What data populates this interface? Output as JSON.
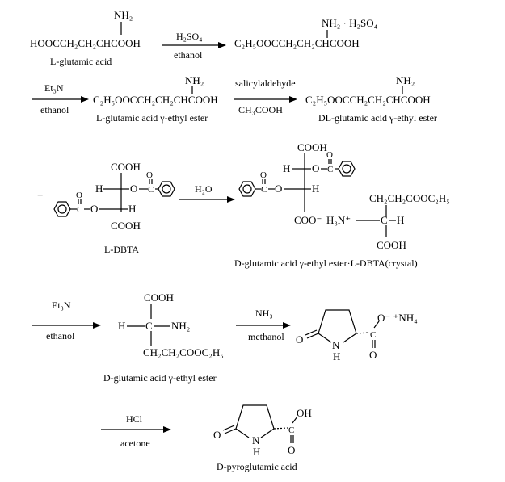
{
  "s1": {
    "nh2": "NH₂",
    "formula": "HOOCCH₂CH₂CHCOOH",
    "name": "L-glutamic acid",
    "reagent_top": "H₂SO₄",
    "reagent_bottom": "ethanol",
    "product_sub": "NH₂ · H₂SO₄",
    "product": "C₂H₅OOCCH₂CH₂CHCOOH"
  },
  "s2": {
    "reagent_top": "Et₃N",
    "reagent_bottom": "ethanol",
    "nh2": "NH₂",
    "formula": "C₂H₅OOCCH₂CH₂CHCOOH",
    "name": "L-glutamic acid γ-ethyl ester",
    "reagent2_top": "salicylaldehyde",
    "reagent2_bottom": "CH₃COOH",
    "nh2b": "NH₂",
    "formula2": "C₂H₅OOCCH₂CH₂CHCOOH",
    "name2": "DL-glutamic acid γ-ethyl ester"
  },
  "s3": {
    "plus": "+",
    "cooh_top": "COOH",
    "h": "H",
    "o": "O",
    "h2": "H",
    "cooh_bottom": "COOH",
    "name": "L-DBTA",
    "reagent": "H₂O",
    "salt_cooh": "COOH",
    "salt_h": "H",
    "salt_o": "O",
    "salt_h2": "H",
    "salt_coo": "COO⁻",
    "amine_h3n": "H₃N⁺",
    "amine_chain": "CH₂CH₂COOC₂H₅",
    "amine_c": "C",
    "amine_h": "H",
    "amine_cooh": "COOH",
    "salt_name": "D-glutamic acid γ-ethyl ester·L-DBTA(crystal)",
    "carbonyl_o": "O",
    "carbonyl_c": "C"
  },
  "s4": {
    "reagent_top": "Et₃N",
    "reagent_bottom": "ethanol",
    "cooh": "COOH",
    "h": "H",
    "c": "C",
    "nh2": "NH₂",
    "chain": "CH₂CH₂COOC₂H₅",
    "name": "D-glutamic acid γ-ethyl ester",
    "reagent2_top": "NH₃",
    "reagent2_bottom": "methanol",
    "ring_o": "O",
    "ring_n": "N",
    "ring_h": "H",
    "ring_c": "C",
    "carboxylate": "O⁻ ⁺NH₄",
    "carbonyl_o": "O"
  },
  "s5": {
    "reagent_top": "HCl",
    "reagent_bottom": "acetone",
    "ring_o": "O",
    "ring_n": "N",
    "ring_h": "H",
    "ring_c": "C",
    "oh": "OH",
    "carbonyl_o": "O",
    "name": "D-pyroglutamic acid"
  }
}
